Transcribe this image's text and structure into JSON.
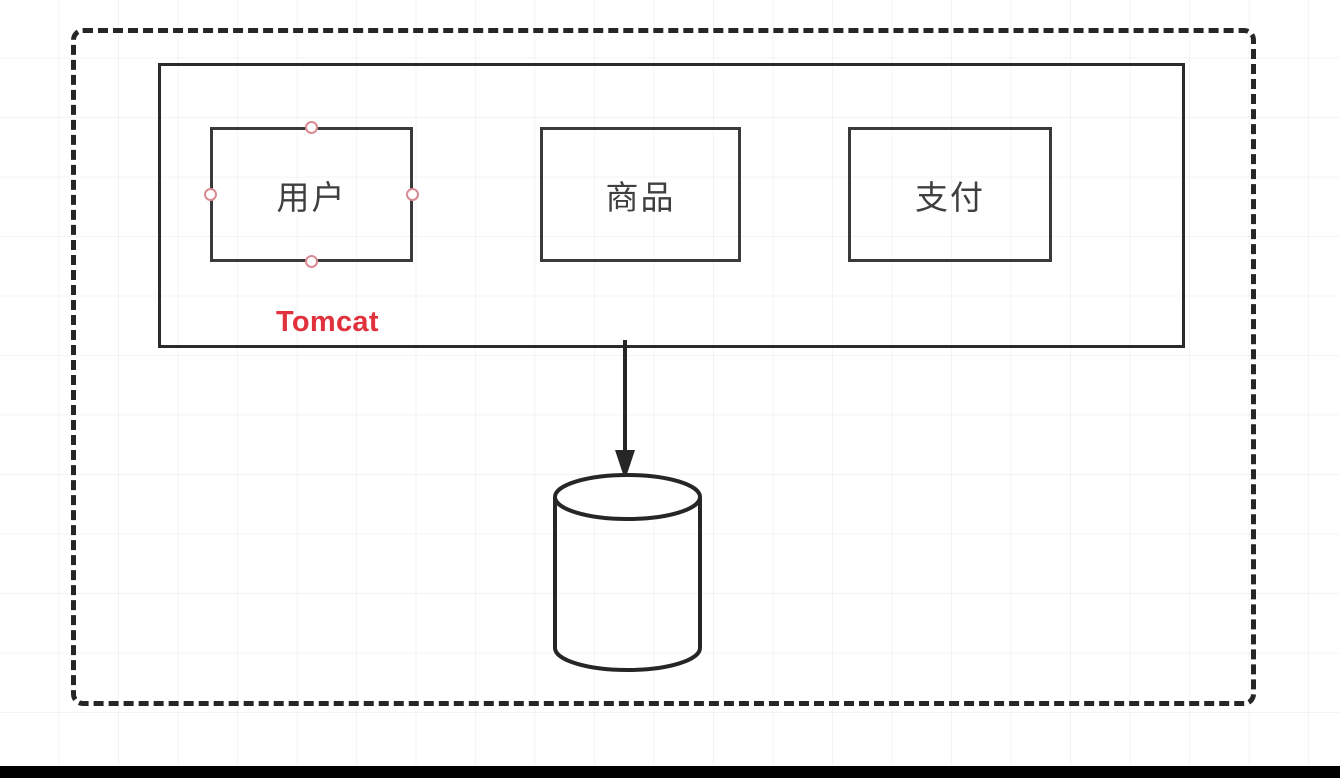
{
  "diagram": {
    "title_label": "Tomcat",
    "title_color": "#e0313c",
    "boundary": {
      "name": "deployment-boundary",
      "style": "dashed",
      "color": "#262626"
    },
    "container": {
      "name": "tomcat-server",
      "label": "Tomcat",
      "color": "#2b2b2b"
    },
    "modules": [
      {
        "id": "user",
        "label": "用户",
        "selected": true
      },
      {
        "id": "goods",
        "label": "商品",
        "selected": false
      },
      {
        "id": "pay",
        "label": "支付",
        "selected": false
      }
    ],
    "handles": {
      "color": "#d98a92",
      "positions": [
        "top",
        "left",
        "right",
        "bottom"
      ]
    },
    "connector": {
      "name": "tomcat-to-database-arrow",
      "from": "tomcat-server",
      "to": "database",
      "direction": "down",
      "color": "#262626"
    },
    "database": {
      "name": "database-cylinder",
      "label": "",
      "color": "#262626"
    },
    "canvas": {
      "grid_visible": true,
      "grid_color": "#f2f2f2",
      "background": "#ffffff"
    }
  }
}
